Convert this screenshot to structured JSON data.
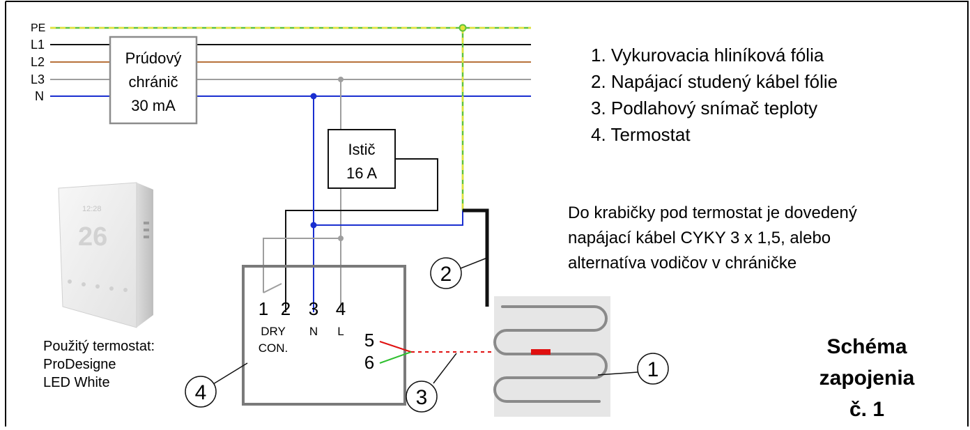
{
  "bus_labels": {
    "pe": "PE",
    "l1": "L1",
    "l2": "L2",
    "l3": "L3",
    "n": "N"
  },
  "rcd": {
    "line1": "Prúdový",
    "line2": "chránič",
    "line3": "30 mA"
  },
  "breaker": {
    "line1": "Istič",
    "line2": "16 A"
  },
  "legend": [
    "1. Vykurovacia hliníková fólia",
    "2. Napájací studený kábel fólie",
    "3. Podlahový snímač teploty",
    "4. Termostat"
  ],
  "note": [
    "Do krabičky pod termostat je dovedený",
    "napájací kábel CYKY  3 x 1,5, alebo",
    "alternatíva vodičov v chráničke"
  ],
  "terminals": {
    "t1": "1",
    "t2": "2",
    "t3": "3",
    "t4": "4",
    "t5": "5",
    "t6": "6",
    "dry1": "DRY",
    "dry2": "CON.",
    "n_label": "N",
    "l_label": "L"
  },
  "callouts": {
    "c1": "1",
    "c2": "2",
    "c3": "3",
    "c4": "4"
  },
  "thermostat_caption": {
    "line1": "Použitý termostat:",
    "line2": "ProDesigne",
    "line3": "LED White"
  },
  "thermostat_display": {
    "time": "12:28",
    "temp": "26"
  },
  "title": {
    "line1": "Schéma",
    "line2": "zapojenia",
    "line3": "č. 1"
  },
  "colors": {
    "pe_green": "#5ec23c",
    "pe_yellow": "#e6e23a",
    "l1": "#111111",
    "l2": "#b8713a",
    "l3": "#9e9e9e",
    "n": "#1a2fd0",
    "rcd_border": "#8c8c8c",
    "box_border": "#7a7a7a",
    "foil_bg": "#e6e6e6",
    "foil_line": "#8a8a8a",
    "sensor_red": "#e01010",
    "sensor_green": "#2fbf2f"
  }
}
